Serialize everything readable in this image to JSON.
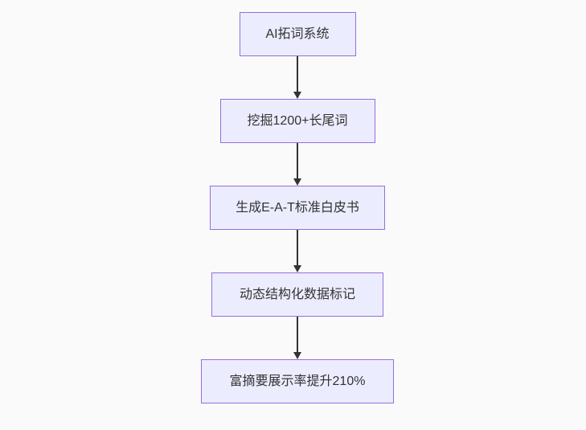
{
  "page": {
    "background_color": "#fafafa"
  },
  "flowchart": {
    "type": "vertical-flowchart",
    "node_fill_color": "#ECECFF",
    "node_border_color": "#9370DB",
    "node_text_color": "#333333",
    "arrow_color": "#333333",
    "nodes": [
      {
        "id": "node-1",
        "label": "AI拓词系统"
      },
      {
        "id": "node-2",
        "label": "挖掘1200+长尾词"
      },
      {
        "id": "node-3",
        "label": "生成E-A-T标准白皮书"
      },
      {
        "id": "node-4",
        "label": "动态结构化数据标记"
      },
      {
        "id": "node-5",
        "label": "富摘要展示率提升210%"
      }
    ],
    "connections": [
      {
        "from": "node-1",
        "to": "node-2"
      },
      {
        "from": "node-2",
        "to": "node-3"
      },
      {
        "from": "node-3",
        "to": "node-4"
      },
      {
        "from": "node-4",
        "to": "node-5"
      }
    ]
  }
}
